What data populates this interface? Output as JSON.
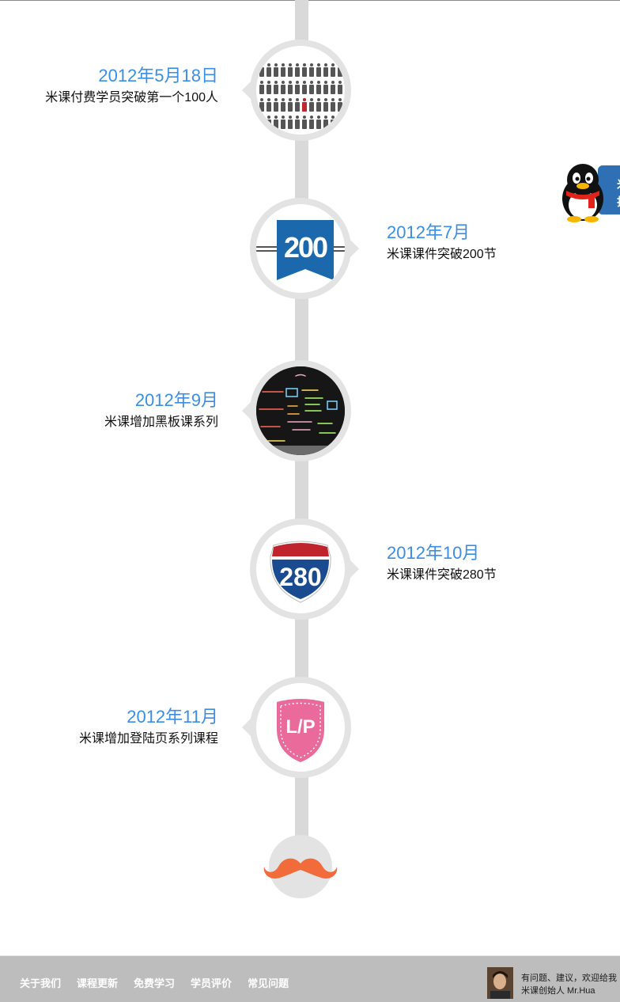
{
  "timeline": {
    "events": [
      {
        "date": "2012年5月18日",
        "desc": "米课付费学员突破第一个100人",
        "image": "crowd-people-icon"
      },
      {
        "date": "2012年7月",
        "desc": "米课课件突破200节",
        "image": "ribbon-200-icon",
        "badge": "200"
      },
      {
        "date": "2012年9月",
        "desc": "米课增加黑板课系列",
        "image": "blackboard-photo"
      },
      {
        "date": "2012年10月",
        "desc": "米课课件突破280节",
        "image": "interstate-280-icon",
        "badge": "280"
      },
      {
        "date": "2012年11月",
        "desc": "米课增加登陆页系列课程",
        "image": "lp-shield-icon",
        "badge": "L/P"
      }
    ],
    "end_icon": "mustache-icon"
  },
  "qq_widget": {
    "icon": "qq-penguin-icon",
    "tab_line1": "米",
    "tab_line2": "扫"
  },
  "footer": {
    "nav": [
      "关于我们",
      "课程更新",
      "免费学习",
      "学员评价",
      "常见问题"
    ],
    "founder_line1": "有问题、建议，欢迎给我",
    "founder_line2": "米课创始人 Mr.Hua"
  },
  "colors": {
    "date": "#3a8ee6",
    "spine": "#d9d9d9",
    "footer_bg": "#bdbdbd",
    "mustache": "#f26b3a"
  }
}
